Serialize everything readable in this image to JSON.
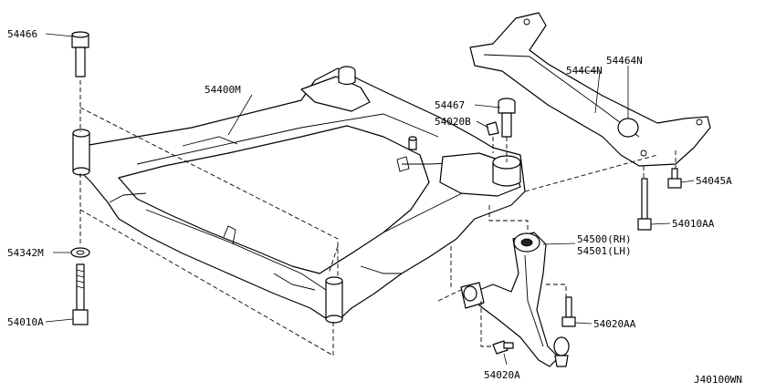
{
  "diagram_id": "J40100WN",
  "callouts": {
    "c54466": "54466",
    "c54400M": "54400M",
    "c54467": "54467",
    "c54020B": "54020B",
    "c544C4N": "544C4N",
    "c54464N": "54464N",
    "c54045A": "54045A",
    "c54010AA": "54010AA",
    "c54500": "54500(RH)",
    "c54501": "54501(LH)",
    "c54342M": "54342M",
    "c54010A": "54010A",
    "c54020AA": "54020AA",
    "c54020A": "54020A"
  }
}
